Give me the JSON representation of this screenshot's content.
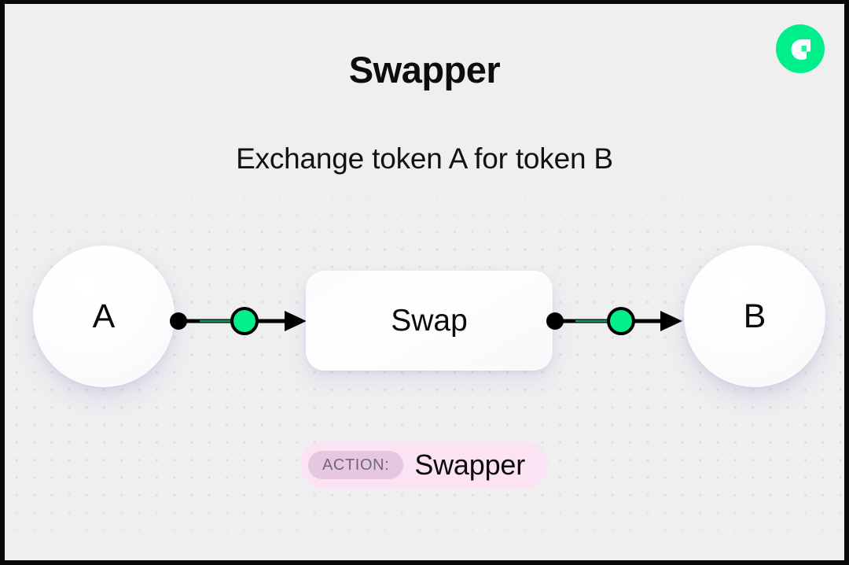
{
  "frame": {
    "border_color": "#0a0a0a",
    "canvas_background": "#efeff0",
    "dot_color": "#dedee0"
  },
  "header": {
    "title": "Swapper",
    "subtitle": "Exchange token A for token B"
  },
  "brand": {
    "logo_name": "flow-logo",
    "logo_circle_color": "#00ef8b",
    "logo_mark_color": "#ffffff",
    "logo_accent_color": "#22f79a"
  },
  "diagram": {
    "nodes": [
      {
        "id": "token-a",
        "label": "A",
        "shape": "circle"
      },
      {
        "id": "swap",
        "label": "Swap",
        "shape": "rounded-rect"
      },
      {
        "id": "token-b",
        "label": "B",
        "shape": "circle"
      }
    ],
    "connectors": [
      {
        "id": "a-to-swap",
        "from": "token-a",
        "to": "swap",
        "style": "dot-line-node-arrow"
      },
      {
        "id": "swap-to-b",
        "from": "swap",
        "to": "token-b",
        "style": "dot-line-node-arrow"
      }
    ],
    "connector_colors": {
      "line": "#000000",
      "node_fill": "#00ef8b",
      "node_stroke": "#000000",
      "highlight": "#0f9e5f"
    }
  },
  "action_badge": {
    "key": "ACTION:",
    "value": "Swapper",
    "pill_background": "#fbe3f4",
    "key_background": "#e6c7e0",
    "key_color": "#6f6a72",
    "value_color": "#0b0b0b"
  }
}
